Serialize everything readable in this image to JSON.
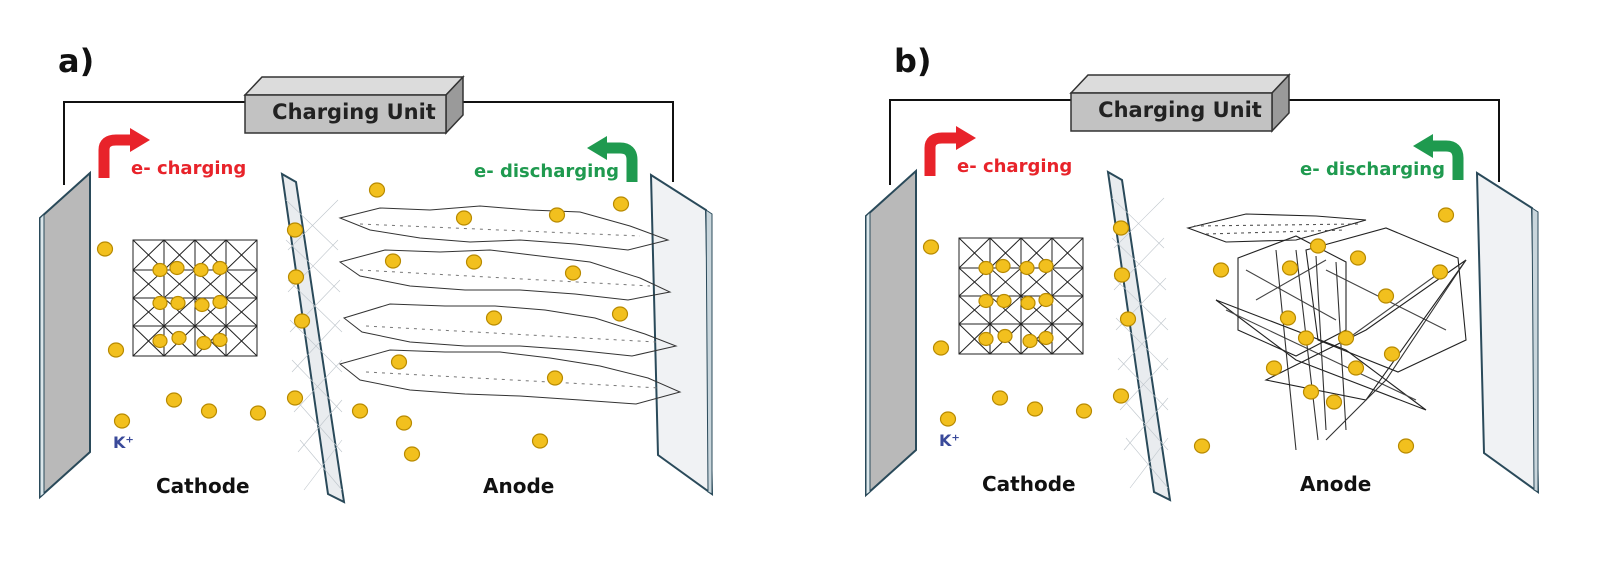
{
  "panels": [
    {
      "letter": "a)",
      "charging_unit": "Charging Unit",
      "charging_label": "e- charging",
      "discharging_label": "e- discharging",
      "ion_label": "K⁺",
      "cathode_label": "Cathode",
      "anode_label": "Anode",
      "anode_structure": "stacked graphite layers"
    },
    {
      "letter": "b)",
      "charging_unit": "Charging Unit",
      "charging_label": "e- charging",
      "discharging_label": "e- discharging",
      "ion_label": "K⁺",
      "cathode_label": "Cathode",
      "anode_label": "Anode",
      "anode_structure": "disordered graphene sheets"
    }
  ],
  "colors": {
    "charging": "#e8232a",
    "discharging": "#1f9a4f",
    "ion": "#f2c01e",
    "ion_stroke": "#b88a00",
    "ion_text": "#3a4a9a",
    "electrode": "#b9b9b9",
    "electrode_light": "#f0f2f4",
    "unit_box": "#c2c2c2"
  }
}
